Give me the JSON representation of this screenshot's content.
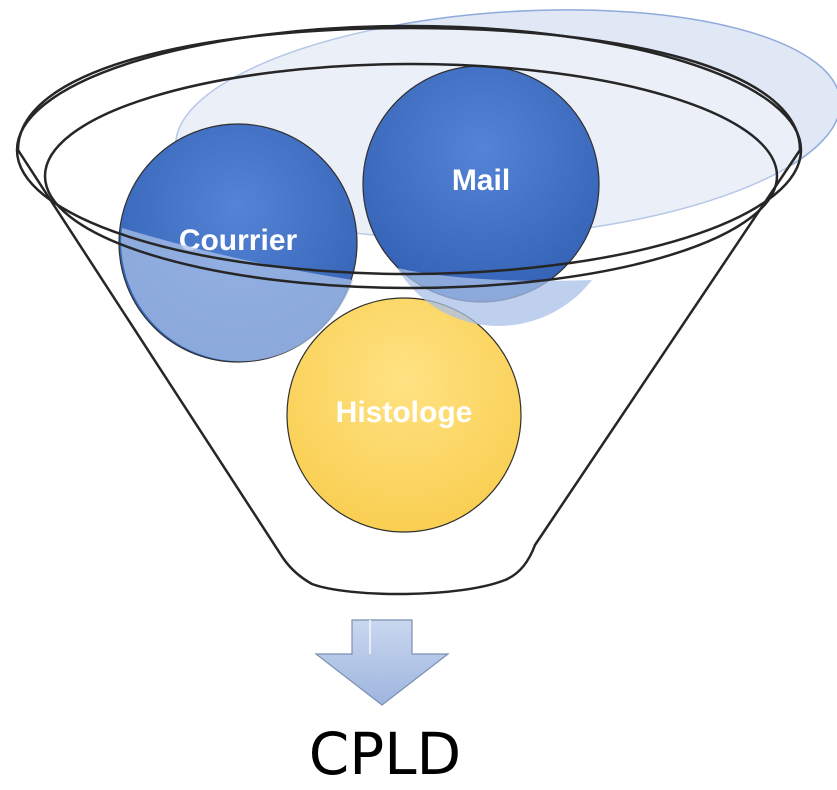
{
  "funnel": {
    "inputs": [
      {
        "label": "Mail",
        "color": "#4472C4"
      },
      {
        "label": "Courrier",
        "color": "#4472C4"
      },
      {
        "label": "Histologe",
        "color": "#FFD966"
      }
    ],
    "output_label": "CPLD",
    "rim_fill_color": "#DAE3F3",
    "arrow_color": "#B4C7E7"
  }
}
